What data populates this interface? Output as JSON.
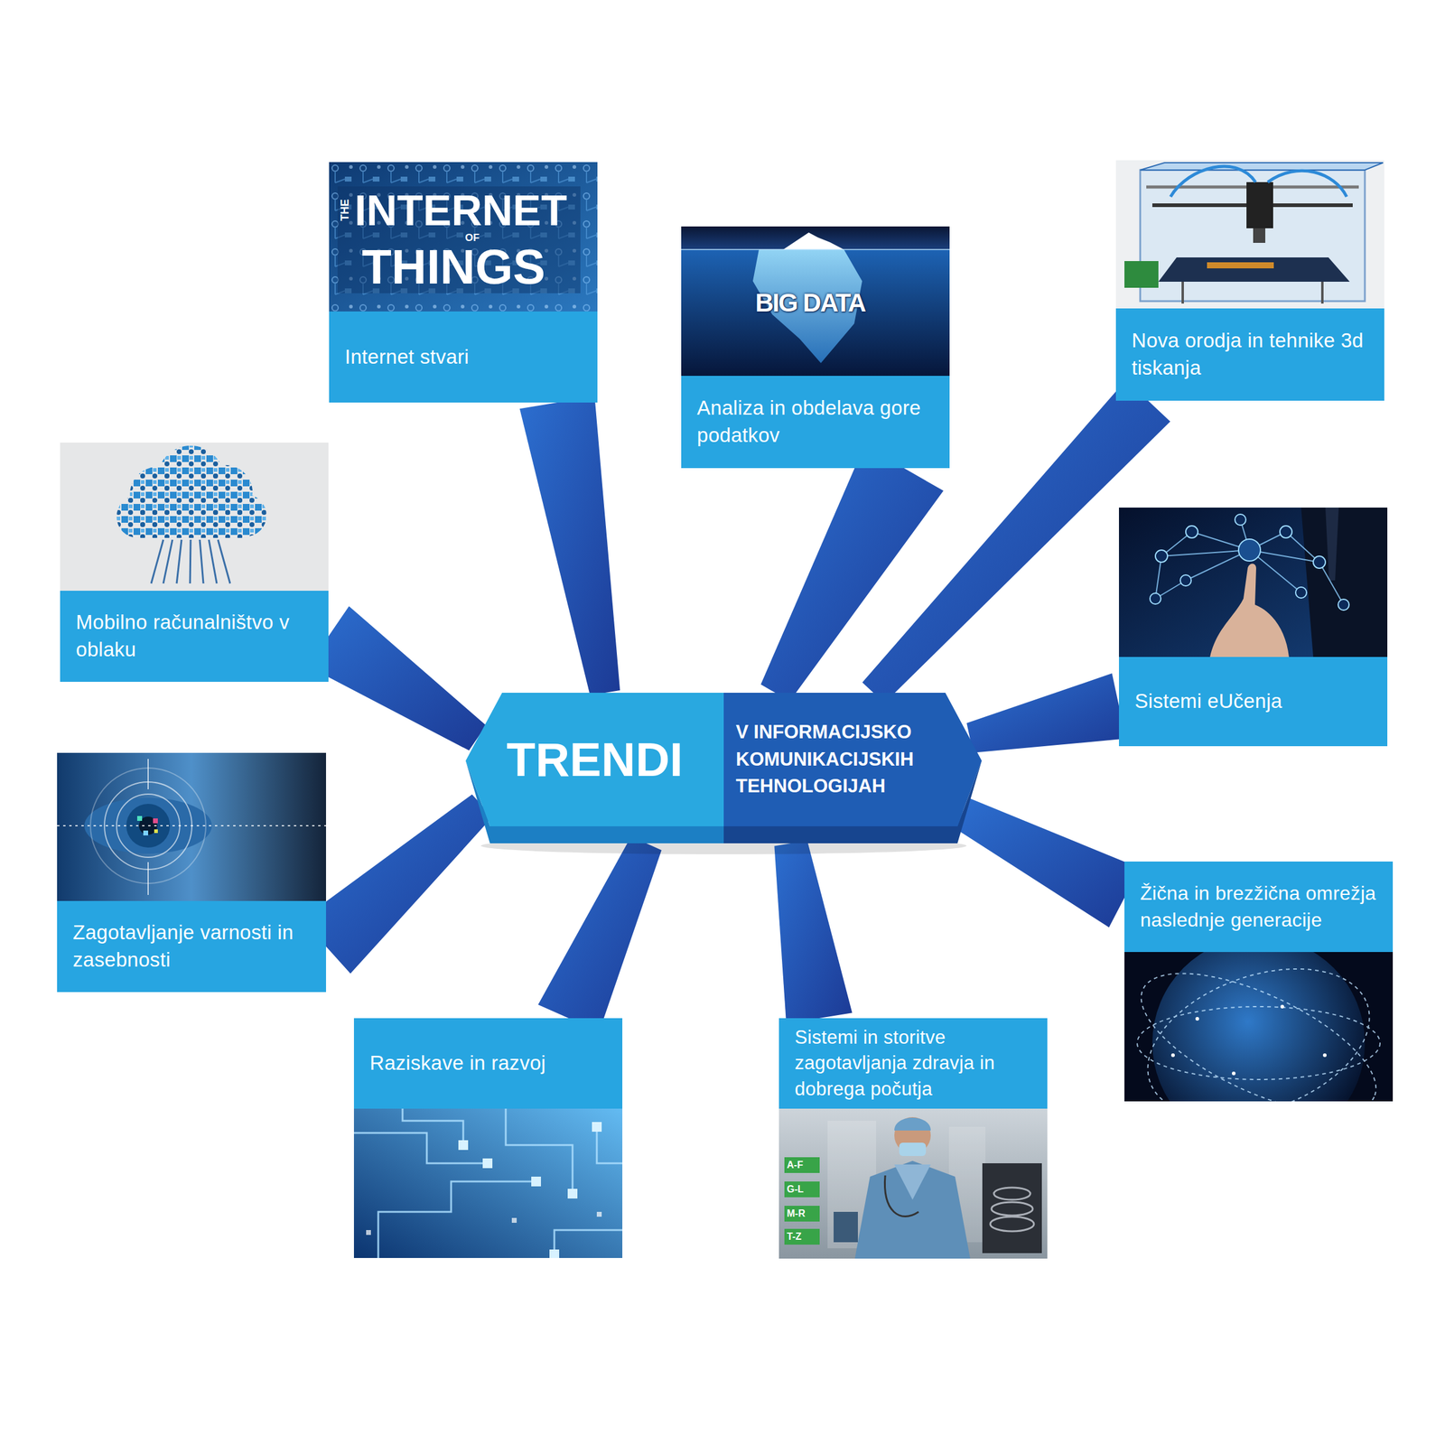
{
  "diagram": {
    "nodes": [
      {
        "text": [
          "TRENDI",
          "V INFORMACIJSKO KOMUNIKACIJSKIH TEHNOLOGIJAH"
        ]
      },
      {
        "text": [
          "Internet stvari"
        ]
      },
      {
        "text": [
          "Analiza in obdelava gore podatkov"
        ]
      },
      {
        "text": [
          "Nova orodja in tehnike 3d tiskanja"
        ]
      },
      {
        "text": [
          "Mobilno računalništvo v oblaku"
        ]
      },
      {
        "text": [
          "Sistemi eUčenja"
        ]
      },
      {
        "text": [
          "Zagotavljanje varnosti in zasebnosti"
        ]
      },
      {
        "text": [
          "Žična in brezžična omrežja naslednje generacije"
        ]
      },
      {
        "text": [
          "Raziskave in razvoj"
        ]
      },
      {
        "text": [
          "Sistemi in storitve zagotavljanja zdravja in dobrega počutja"
        ]
      }
    ],
    "edges": [
      {
        "from": 0,
        "to": 1,
        "arrow": "none"
      },
      {
        "from": 0,
        "to": 2,
        "arrow": "none"
      },
      {
        "from": 0,
        "to": 3,
        "arrow": "none"
      },
      {
        "from": 0,
        "to": 4,
        "arrow": "none"
      },
      {
        "from": 0,
        "to": 5,
        "arrow": "none"
      },
      {
        "from": 0,
        "to": 6,
        "arrow": "none"
      },
      {
        "from": 0,
        "to": 7,
        "arrow": "none"
      },
      {
        "from": 0,
        "to": 8,
        "arrow": "none"
      },
      {
        "from": 0,
        "to": 9,
        "arrow": "none"
      }
    ],
    "labels": [
      "THE",
      "INTERNET",
      "OF",
      "THINGS",
      "BIG DATA",
      "A-F",
      "G-L",
      "M-R",
      "T-Z"
    ]
  }
}
